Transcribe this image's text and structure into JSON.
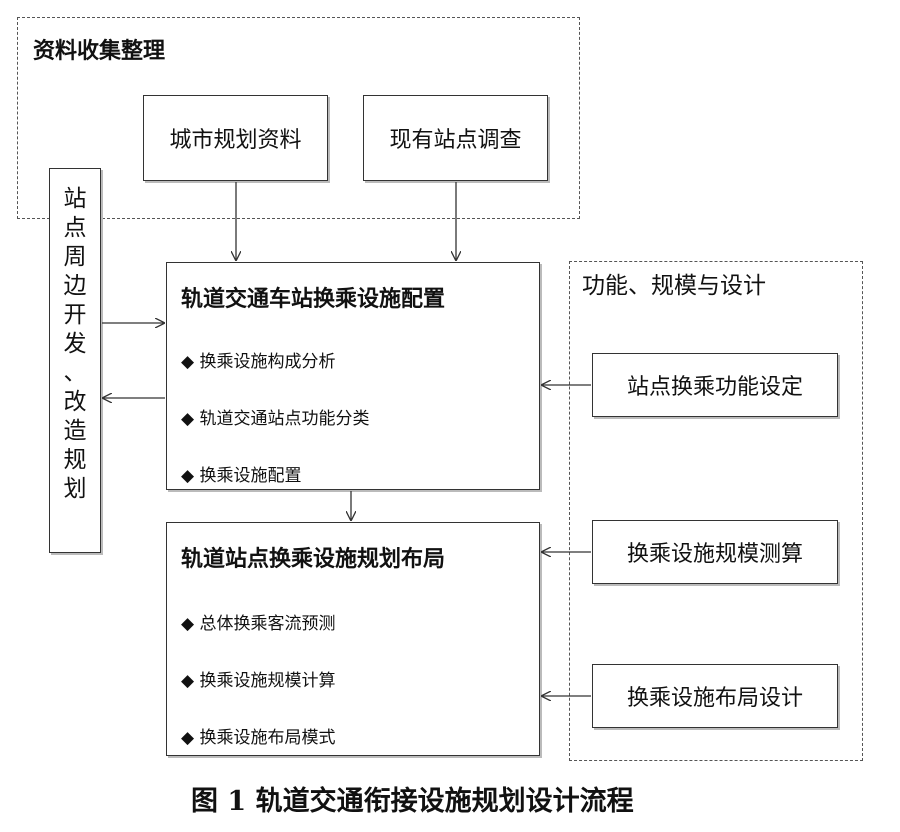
{
  "collection": {
    "title": "资料收集整理",
    "boxes": [
      "城市规划资料",
      "现有站点调查"
    ]
  },
  "side": {
    "chars": [
      "站",
      "点",
      "周",
      "边",
      "开",
      "发",
      "、",
      "改",
      "造",
      "规",
      "划"
    ]
  },
  "config_box": {
    "title": "轨道交通车站换乘设施配置",
    "items": [
      "◆ 换乘设施构成分析",
      "◆ 轨道交通站点功能分类",
      "◆ 换乘设施配置"
    ]
  },
  "layout_box": {
    "title": "轨道站点换乘设施规划布局",
    "items": [
      "◆ 总体换乘客流预测",
      "◆ 换乘设施规模计算",
      "◆ 换乘设施布局模式"
    ]
  },
  "function": {
    "title": "功能、规模与设计",
    "boxes": [
      "站点换乘功能设定",
      "换乘设施规模测算",
      "换乘设施布局设计"
    ]
  },
  "caption": "图 1   轨道交通衔接设施规划设计流程"
}
